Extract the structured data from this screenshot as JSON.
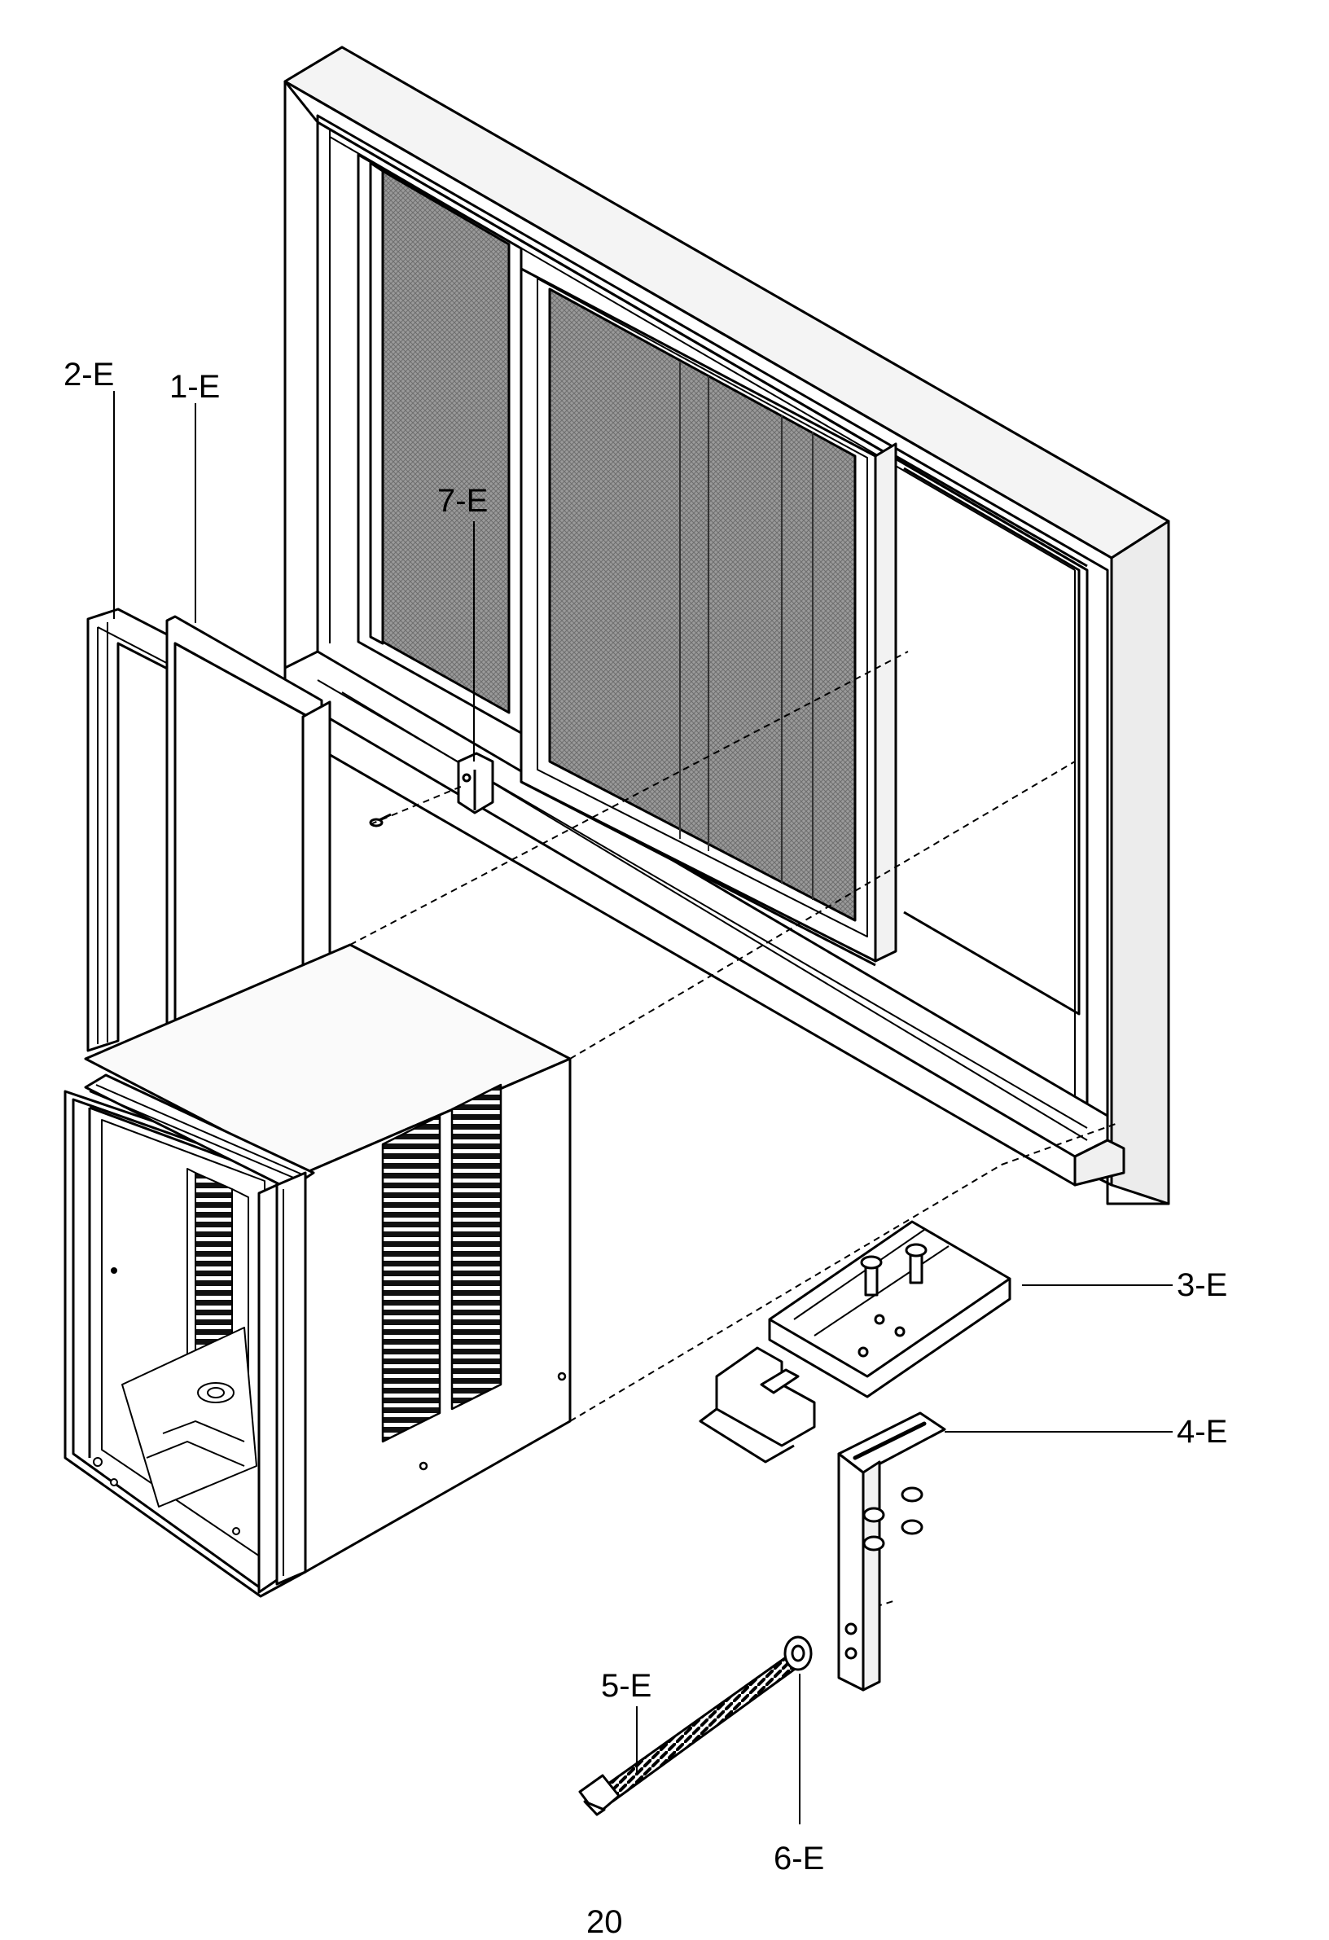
{
  "callouts": {
    "c1": "1-E",
    "c2": "2-E",
    "c3": "3-E",
    "c4": "4-E",
    "c5": "5-E",
    "c6": "6-E",
    "c7": "7-E"
  },
  "page_number": "20",
  "colors": {
    "line": "#000000",
    "screen": "#8a8a8a",
    "screen_dark": "#6f6f6f",
    "background": "#ffffff"
  }
}
